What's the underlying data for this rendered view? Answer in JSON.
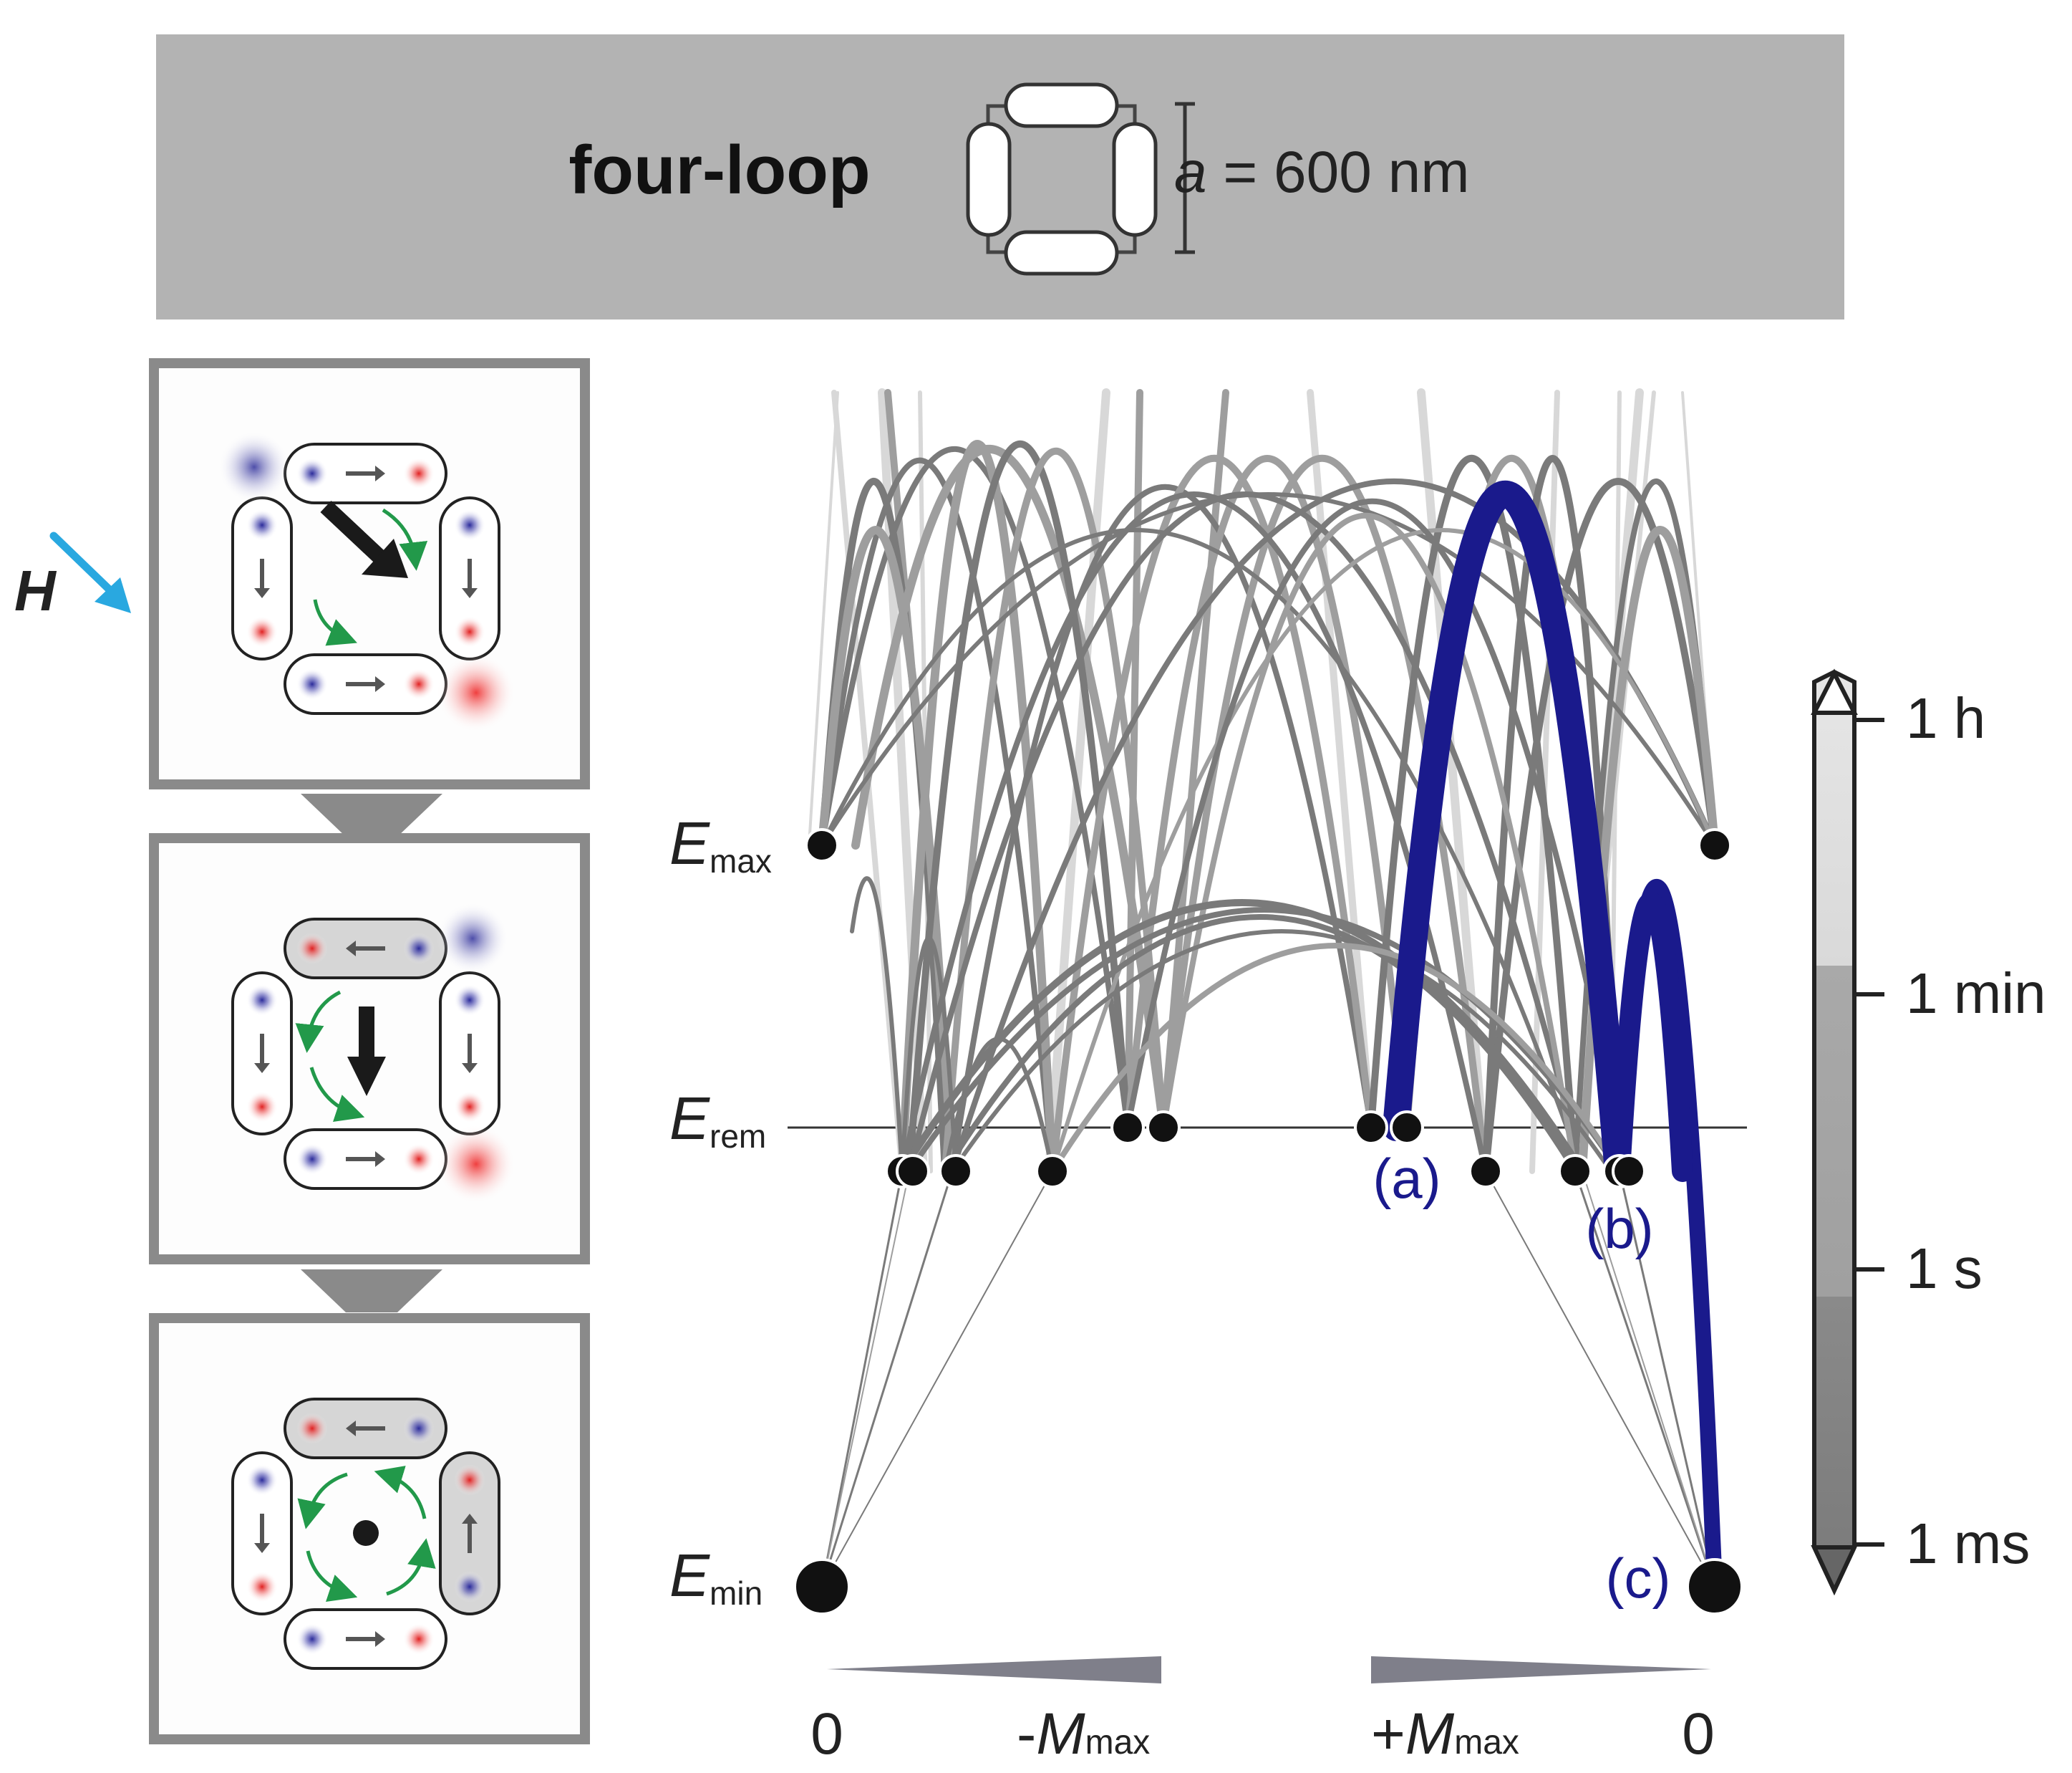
{
  "header": {
    "title": "four-loop",
    "size_label_var": "a",
    "size_label_rest": " = 600 nm"
  },
  "field": {
    "label": "H"
  },
  "energy_levels": {
    "max": {
      "base": "E",
      "sub": "max"
    },
    "rem": {
      "base": "E",
      "sub": "rem"
    },
    "min": {
      "base": "E",
      "sub": "min"
    }
  },
  "paths": {
    "a": "(a)",
    "b": "(b)",
    "c": "(c)"
  },
  "magnetization_axis": {
    "left_zero": "0",
    "neg": {
      "prefix": "-",
      "base": "M",
      "sub": "max"
    },
    "pos": {
      "prefix": "+",
      "base": "M",
      "sub": "max"
    },
    "right_zero": "0"
  },
  "timescale_bar": {
    "ticks": [
      "1 h",
      "1 min",
      "1 s",
      "1 ms"
    ]
  },
  "colors": {
    "header_bg": "#b3b3b3",
    "highlight_path": "#1a1a8c",
    "transition_dark": "#7a7a7a",
    "transition_mid": "#9e9e9e",
    "transition_light": "#d8d8d8",
    "field_arrow": "#29a8e0",
    "chirality_arrow": "#22994a"
  }
}
